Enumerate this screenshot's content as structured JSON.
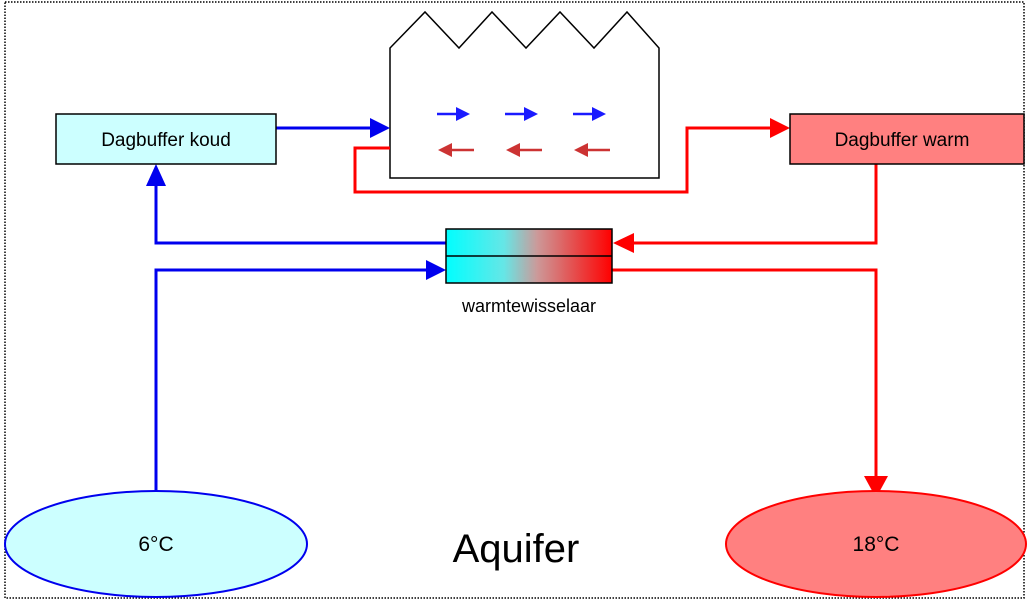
{
  "labels": {
    "cold_buffer": "Dagbuffer koud",
    "warm_buffer": "Dagbuffer warm",
    "heat_exchanger": "warmtewisselaar",
    "cold_well_temp": "6°C",
    "warm_well_temp": "18°C",
    "aquifer": "Aquifer"
  },
  "colors": {
    "cold_line": "#0000ee",
    "warm_line": "#ff0000",
    "cold_fill": "#ccffff",
    "warm_fill": "#ff8080",
    "cold_arrow_small": "#1a1aff",
    "warm_arrow_small": "#cc3333"
  }
}
